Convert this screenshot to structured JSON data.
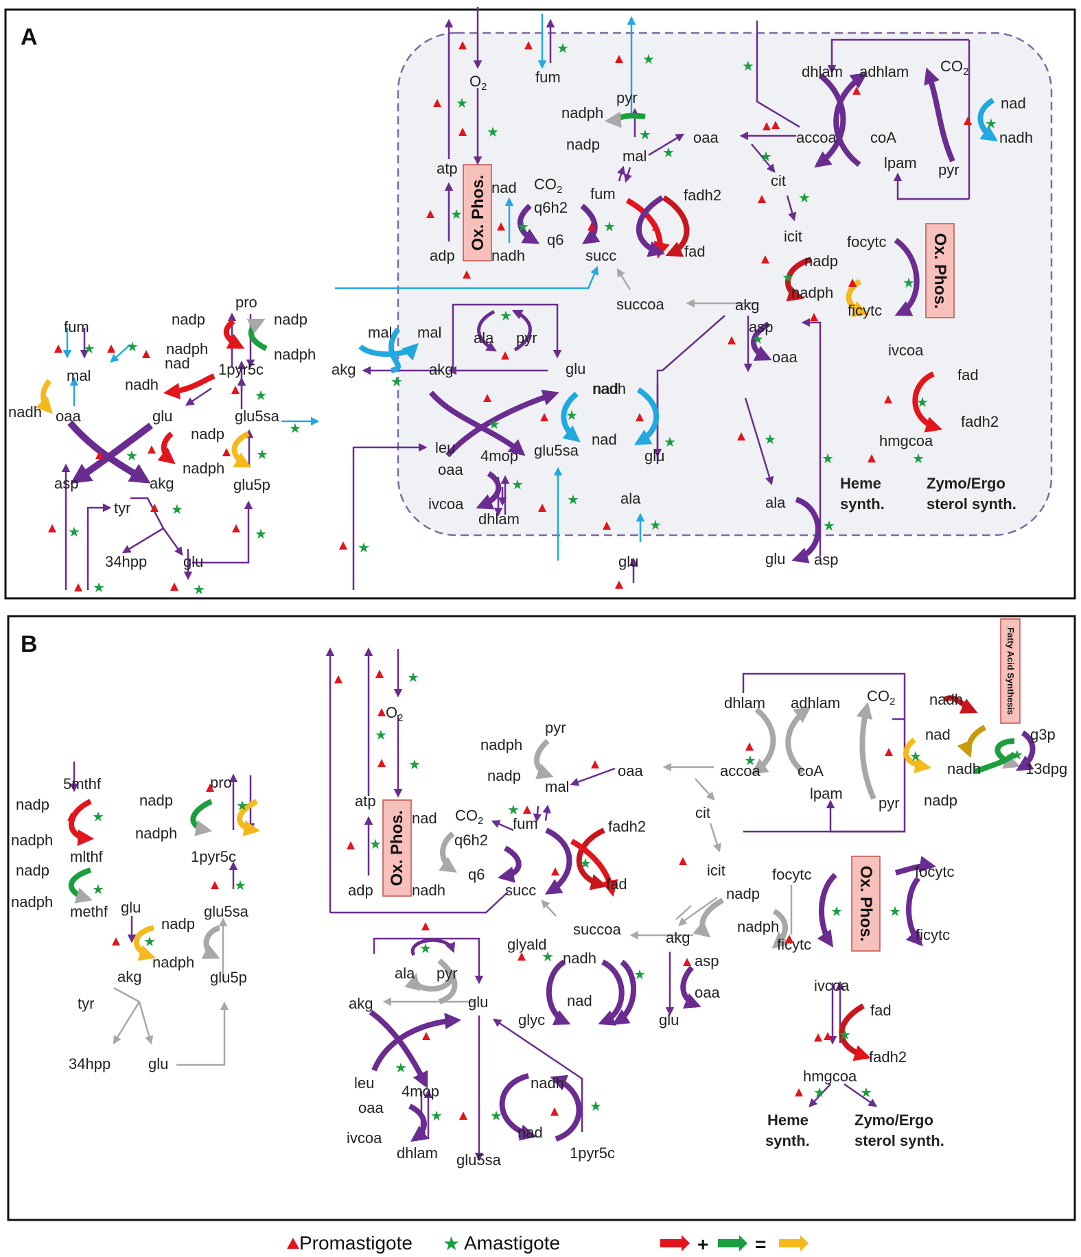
{
  "panels": [
    {
      "letter": "A"
    },
    {
      "letter": "B"
    }
  ],
  "box_labels": {
    "oxphos": "Ox. Phos.",
    "fas": "Fatty Acid Synthesis"
  },
  "legend": {
    "promastigote": "Promastigote",
    "amastigote": "Amastigote",
    "plus": "+",
    "equals": "="
  },
  "colors": {
    "purple": "#6a2c91",
    "red": "#e3141b",
    "green": "#1a9e3e",
    "yellow": "#f5b91c",
    "blue": "#22a8e0",
    "gray": "#a8a8a8",
    "dark_red": "#c8161d",
    "olive": "#c99a0a",
    "compartment_fill": "#f0f1f4",
    "compartment_border": "#7d6aa3",
    "oxbox_fill": "#f7c0bb"
  },
  "labels_a": [
    "O",
    "fum",
    "pyr",
    "dhlam",
    "adhlam",
    "CO",
    "nad",
    "nadph",
    "nadp",
    "mal",
    "oaa",
    "accoa",
    "coA",
    "nadh",
    "lpam",
    "pyr",
    "atp",
    "fum",
    "cit",
    "fadh2",
    "nad",
    "CO",
    "q6h2",
    "q6",
    "adp",
    "nadh",
    "succ",
    "fad",
    "icit",
    "nadp",
    "focytc",
    "nadph",
    "ficytc",
    "succoa",
    "akg",
    "pro",
    "nadp",
    "nadp",
    "nadph",
    "nadph",
    "nad",
    "1pyr5c",
    "fum",
    "mal",
    "mal",
    "mal",
    "akg",
    "akg",
    "ala",
    "pyr",
    "asp",
    "oaa",
    "glu",
    "nad",
    "nadh",
    "nadh",
    "ivcoa",
    "fad",
    "nadh",
    "glu",
    "oaa",
    "nadp",
    "glu5sa",
    "nadph",
    "fadh2",
    "leu",
    "4mop",
    "glu5sa",
    "nad",
    "glu",
    "hmgcoa",
    "asp",
    "akg",
    "glu5p",
    "oaa",
    "tyr",
    "ivcoa",
    "dhlam",
    "ala",
    "glu",
    "34hpp",
    "glu",
    "ala",
    "glu",
    "asp"
  ],
  "bold_labels": [
    "Heme",
    "synth.",
    "Zymo/Ergo",
    "sterol synth."
  ],
  "labels_b": [
    "O",
    "pyr",
    "dhlam",
    "adhlam",
    "CO",
    "nadh",
    "nadph",
    "g3p",
    "nad",
    "nadp",
    "oaa",
    "accoa",
    "coA",
    "nadh",
    "13dpg",
    "atp",
    "mal",
    "lpam",
    "pyr",
    "5mthf",
    "pro",
    "CO",
    "fum",
    "fadh2",
    "cit",
    "nadp",
    "nadp",
    "nadp",
    "nad",
    "q6h2",
    "nadph",
    "nadph",
    "1pyr5c",
    "icit",
    "mlthf",
    "q6",
    "fad",
    "focytc",
    "focytc",
    "adp",
    "nadh",
    "succ",
    "nadp",
    "nadp",
    "nadph",
    "glu",
    "nadph",
    "ficytc",
    "ficytc",
    "glu5sa",
    "methf",
    "succoa",
    "nadp",
    "glyald",
    "akg",
    "nadh",
    "asp",
    "nadph",
    "akg",
    "glu5p",
    "ala",
    "pyr",
    "ivcoa",
    "oaa",
    "nad",
    "akg",
    "glu",
    "tyr",
    "glyc",
    "glu",
    "fad",
    "fadh2",
    "34hpp",
    "glu",
    "hmgcoa",
    "leu",
    "nadh",
    "4mop",
    "oaa",
    "nad",
    "ivcoa",
    "dhlam",
    "glu5sa",
    "1pyr5c"
  ],
  "subscript": "2"
}
